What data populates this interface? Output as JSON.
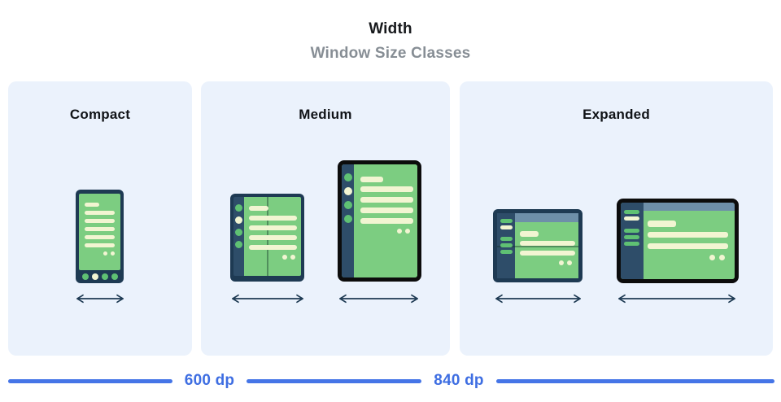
{
  "header": {
    "title": "Width",
    "subtitle": "Window Size Classes"
  },
  "panels": [
    {
      "label": "Compact",
      "devices": [
        {
          "name": "phone",
          "description": "portrait phone with list content and bottom navigation bar"
        }
      ]
    },
    {
      "label": "Medium",
      "devices": [
        {
          "name": "foldable-portrait",
          "description": "unfolded foldable with navigation rail and vertical hinge"
        },
        {
          "name": "tablet-portrait",
          "description": "portrait tablet with navigation rail"
        }
      ]
    },
    {
      "label": "Expanded",
      "devices": [
        {
          "name": "foldable-landscape",
          "description": "landscape foldable with navigation drawer, top bar and horizontal hinge"
        },
        {
          "name": "desktop-window",
          "description": "large landscape window with navigation drawer and top bar"
        }
      ]
    }
  ],
  "ruler": {
    "breakpoints": [
      {
        "label": "600 dp"
      },
      {
        "label": "840 dp"
      }
    ]
  },
  "colors": {
    "panel_bg": "#ebf2fc",
    "frame_navy": "#1e3a53",
    "rail_navy": "#2e4d69",
    "screen_green": "#7ccd81",
    "content_cream": "#f2f5d2",
    "accent_green": "#5fc173",
    "topbar_blue": "#6e8fa9",
    "device_black": "#0c0c0c",
    "ruler_blue": "#4575e7",
    "subtitle_gray": "#878e95"
  }
}
